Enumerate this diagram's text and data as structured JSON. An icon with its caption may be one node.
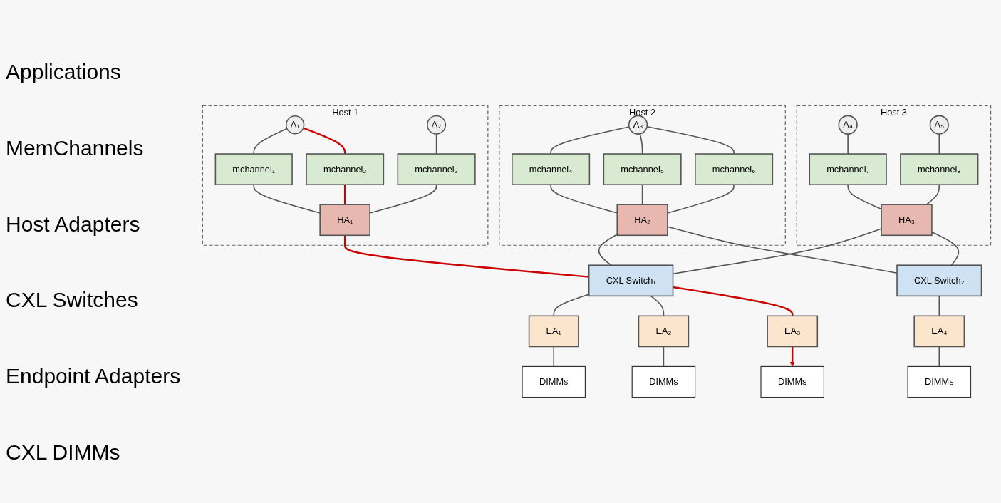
{
  "diagram": {
    "nodes": [
      {
        "text": [
          "Host 1"
        ]
      },
      {
        "text": [
          "A₁"
        ],
        "in": 0
      },
      {
        "text": [
          "A₂"
        ],
        "in": 0
      },
      {
        "text": [
          "mchannel₁"
        ],
        "in": 0
      },
      {
        "text": [
          "mchannel₂"
        ],
        "in": 0
      },
      {
        "text": [
          "mchannel₃"
        ],
        "in": 0
      },
      {
        "text": [
          "HA₁"
        ],
        "in": 0
      },
      {
        "text": [
          "Host 2"
        ]
      },
      {
        "text": [
          "A₃"
        ],
        "in": 7
      },
      {
        "text": [
          "mchannel₄"
        ],
        "in": 7
      },
      {
        "text": [
          "mchannel₅"
        ],
        "in": 7
      },
      {
        "text": [
          "mchannel₆"
        ],
        "in": 7
      },
      {
        "text": [
          "HA₂"
        ],
        "in": 7
      },
      {
        "text": [
          "Host 3"
        ]
      },
      {
        "text": [
          "A₄"
        ],
        "in": 13
      },
      {
        "text": [
          "A₅"
        ],
        "in": 13
      },
      {
        "text": [
          "mchannel₇"
        ],
        "in": 13
      },
      {
        "text": [
          "mchannel₈"
        ],
        "in": 13
      },
      {
        "text": [
          "HA₃"
        ],
        "in": 13
      },
      {
        "text": [
          "CXL Switch₁"
        ]
      },
      {
        "text": [
          "CXL Switch₂"
        ]
      },
      {
        "text": [
          "EA₁"
        ]
      },
      {
        "text": [
          "EA₂"
        ]
      },
      {
        "text": [
          "EA₃"
        ]
      },
      {
        "text": [
          "EA₄"
        ]
      },
      {
        "text": [
          "DIMMs"
        ]
      },
      {
        "text": [
          "DIMMs"
        ]
      },
      {
        "text": [
          "DIMMs"
        ]
      },
      {
        "text": [
          "DIMMs"
        ]
      }
    ],
    "edges": [
      {
        "from": 1,
        "to": 3,
        "arrow": "none"
      },
      {
        "from": 1,
        "to": 4,
        "arrow": "none",
        "color": "#cc0000"
      },
      {
        "from": 2,
        "to": 5,
        "arrow": "none"
      },
      {
        "from": 3,
        "to": 6,
        "arrow": "none"
      },
      {
        "from": 4,
        "to": 6,
        "arrow": "none",
        "color": "#cc0000"
      },
      {
        "from": 5,
        "to": 6,
        "arrow": "none"
      },
      {
        "from": 8,
        "to": 9,
        "arrow": "none"
      },
      {
        "from": 8,
        "to": 10,
        "arrow": "none"
      },
      {
        "from": 8,
        "to": 11,
        "arrow": "none"
      },
      {
        "from": 9,
        "to": 12,
        "arrow": "none"
      },
      {
        "from": 10,
        "to": 12,
        "arrow": "none"
      },
      {
        "from": 11,
        "to": 12,
        "arrow": "none"
      },
      {
        "from": 14,
        "to": 16,
        "arrow": "none"
      },
      {
        "from": 15,
        "to": 17,
        "arrow": "none"
      },
      {
        "from": 16,
        "to": 18,
        "arrow": "none"
      },
      {
        "from": 17,
        "to": 18,
        "arrow": "none"
      },
      {
        "from": 6,
        "to": 19,
        "arrow": "none",
        "color": "#cc0000"
      },
      {
        "from": 12,
        "to": 19,
        "arrow": "none"
      },
      {
        "from": 18,
        "to": 19,
        "arrow": "none"
      },
      {
        "from": 12,
        "to": 20,
        "arrow": "none"
      },
      {
        "from": 18,
        "to": 20,
        "arrow": "none"
      },
      {
        "from": 19,
        "to": 21,
        "arrow": "none"
      },
      {
        "from": 19,
        "to": 22,
        "arrow": "none"
      },
      {
        "from": 19,
        "to": 23,
        "arrow": "none",
        "color": "#cc0000"
      },
      {
        "from": 20,
        "to": 24,
        "arrow": "none"
      },
      {
        "from": 21,
        "to": 25,
        "arrow": "none"
      },
      {
        "from": 22,
        "to": 26,
        "arrow": "none"
      },
      {
        "from": 23,
        "to": 27,
        "arrow": "to",
        "color": "#cc0000"
      },
      {
        "from": 24,
        "to": 28,
        "arrow": "none"
      }
    ],
    "labels": [
      "Applications",
      "MemChannels",
      "Host Adapters",
      "CXL Switches",
      "Endpoint Adapters",
      "CXL DIMMs"
    ]
  }
}
